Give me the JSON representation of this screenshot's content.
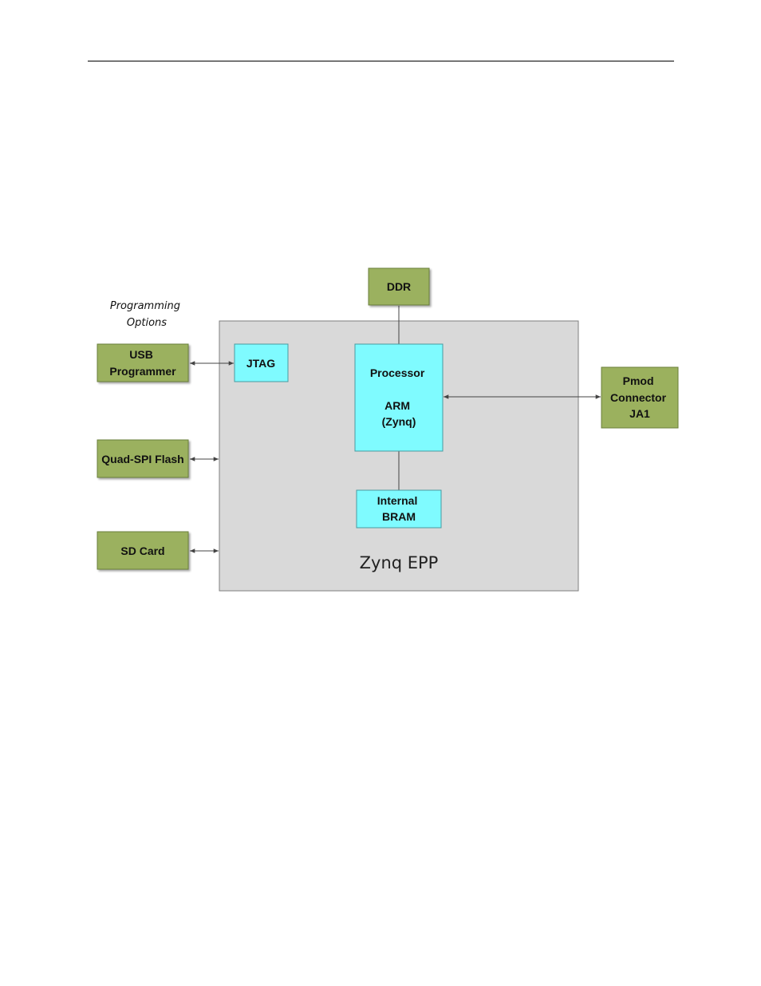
{
  "diagram": {
    "programming_options": [
      "Programming",
      "Options"
    ],
    "chip": {
      "label": "Zynq EPP"
    },
    "colors": {
      "external_block": "#9bb15e",
      "internal_block": "#7ffbff",
      "chip_fill": "#d9d9d9",
      "connector": "#444444"
    },
    "blocks": {
      "ddr": [
        "DDR"
      ],
      "usb_programmer": [
        "USB",
        "Programmer"
      ],
      "jtag": [
        "JTAG"
      ],
      "processor": [
        "Processor",
        "",
        "ARM",
        "(Zynq)"
      ],
      "pmod_connector": [
        "Pmod",
        "Connector",
        "JA1"
      ],
      "quad_spi_flash": [
        "Quad-SPI Flash"
      ],
      "internal_bram": [
        "Internal",
        "BRAM"
      ],
      "sd_card": [
        "SD Card"
      ]
    },
    "connections": [
      {
        "from": "DDR",
        "to": "Processor",
        "type": "line"
      },
      {
        "from": "USB Programmer",
        "to": "JTAG",
        "type": "bidirectional"
      },
      {
        "from": "Processor",
        "to": "Pmod Connector JA1",
        "type": "bidirectional"
      },
      {
        "from": "Quad-SPI Flash",
        "to": "Zynq EPP",
        "type": "bidirectional"
      },
      {
        "from": "SD Card",
        "to": "Zynq EPP",
        "type": "bidirectional"
      },
      {
        "from": "Processor",
        "to": "Internal BRAM",
        "type": "line"
      }
    ]
  }
}
